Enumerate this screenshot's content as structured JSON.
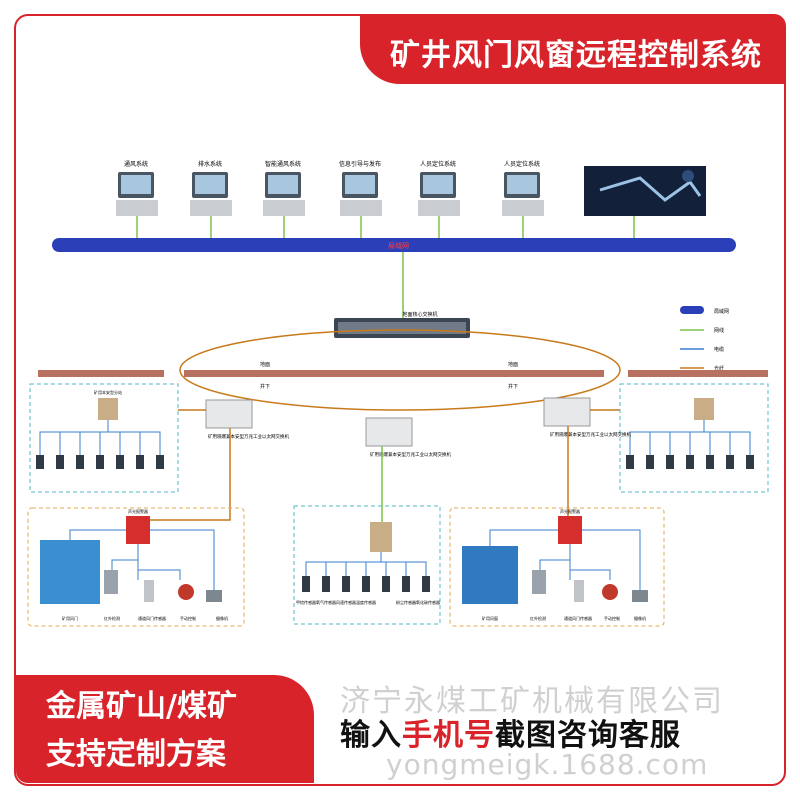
{
  "header": {
    "title": "矿井风门风窗远程控制系统"
  },
  "top_stations": [
    {
      "label": "通风系统"
    },
    {
      "label": "排水系统"
    },
    {
      "label": "智能通风系统"
    },
    {
      "label": "信息引导与发布"
    },
    {
      "label": "人员定位系统"
    },
    {
      "label": "人员定位系统"
    }
  ],
  "network": {
    "backbone_label": "局域网",
    "core_switch_label": "地面核心交换机",
    "surface_left": "地面",
    "surface_right": "地面",
    "underground": "井下",
    "underground_right": "井下"
  },
  "legend": [
    {
      "label": "局域网",
      "color": "#2b3fb8"
    },
    {
      "label": "网线",
      "color": "#7cc24a"
    },
    {
      "label": "电缆",
      "color": "#3a7fd0"
    },
    {
      "label": "光纤",
      "color": "#c87a1a"
    }
  ],
  "switches": [
    {
      "label": "矿用隔爆兼本安型万兆工业以太网交换机"
    },
    {
      "label": "矿用隔爆兼本安型万兆工业以太网交换机"
    },
    {
      "label": "矿用隔爆兼本安型万兆工业以太网交换机"
    }
  ],
  "substation_label": "矿用本安型分站",
  "sensors": [
    "甲烷传感器",
    "氧气传感器",
    "风速传感器",
    "温度传感器",
    "粉尘传感器",
    "一氧化碳传感器"
  ],
  "door_group": {
    "power_label": "声光报警器",
    "items": [
      "矿用风门",
      "红外检测",
      "通道风门传感器",
      "手动控制",
      "摄像机"
    ]
  },
  "window_group": {
    "power_label": "声光报警器",
    "items": [
      "矿用风窗",
      "红外检测",
      "通道风门传感器",
      "手动控制",
      "摄像机"
    ]
  },
  "promo_left": {
    "line1": "金属矿山/煤矿",
    "line2": "支持定制方案"
  },
  "promo_right": {
    "prefix": "输入",
    "highlight": "手机号",
    "suffix": "截图咨询客服"
  },
  "watermark": {
    "company": "济宁永煤工矿机械有限公司",
    "domain": "yongmeigk.1688.com"
  }
}
